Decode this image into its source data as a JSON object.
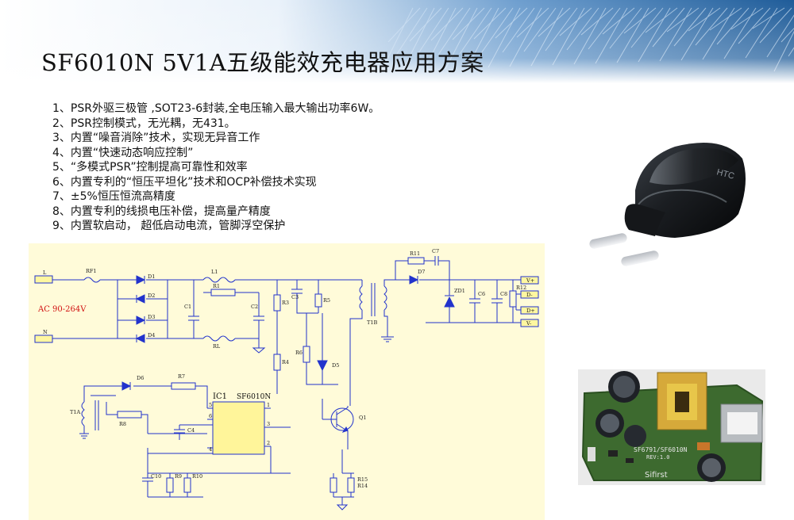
{
  "slide": {
    "title": "SF6010N  5V1A五级能效充电器应用方案",
    "features": [
      "1、PSR外驱三极管 ,SOT23-6封装,全电压输入最大输出功率6W。",
      "2、PSR控制模式，无光耦，无431。",
      "3、内置“噪音消除”技术，实现无异音工作",
      "4、内置“快速动态响应控制”",
      "5、“多模式PSR”控制提高可靠性和效率",
      "6、内置专利的“恒压平坦化”技术和OCP补偿技术实现",
      "7、±5%恒压恒流高精度",
      "8、内置专利的线损电压补偿，提高量产精度",
      "9、内置软启动，  超低启动电流，管脚浮空保护"
    ]
  },
  "schematic": {
    "input_voltage": "AC 90-264V",
    "ic_ref": "IC1",
    "ic_part": "SF6010N",
    "labels": {
      "fuse": "RF1",
      "d1": "D1",
      "d2": "D2",
      "d3": "D3",
      "d4": "D4",
      "l1": "L1",
      "r1": "R1",
      "rl": "RL",
      "c1": "C1",
      "c2": "C2",
      "r3": "R3",
      "c3": "C3",
      "r5": "R5",
      "r6": "R6",
      "d5": "D5",
      "r4": "R4",
      "t1b": "T1B",
      "r11": "R11",
      "c7": "C7",
      "d7": "D7",
      "zd1": "ZD1",
      "c6": "C6",
      "c8": "C8",
      "r12": "R12",
      "d6": "D6",
      "r7": "R7",
      "r8": "R8",
      "t1a": "T1A",
      "c4": "C4",
      "q1": "Q1",
      "c10": "C10",
      "r9": "R9",
      "r10": "R10",
      "r15": "R15",
      "r14": "R14",
      "in_l": "L",
      "in_n": "N",
      "out_vp": "V+",
      "out_dm": "D-",
      "out_dp": "D+",
      "out_vm": "V-"
    },
    "pins": [
      "1",
      "2",
      "3",
      "4",
      "5",
      "6"
    ]
  },
  "photos": {
    "charger_brand": "HTC",
    "pcb_marking": "SF6791/SF6010N",
    "pcb_rev": "REV:1.0",
    "pcb_brand": "Sifirst"
  },
  "colors": {
    "banner_blue": "#1f5c99",
    "schematic_bg": "#fffbd9",
    "wire": "#2233cc",
    "ic_body": "#fff59a",
    "ac_label": "#d11111"
  }
}
